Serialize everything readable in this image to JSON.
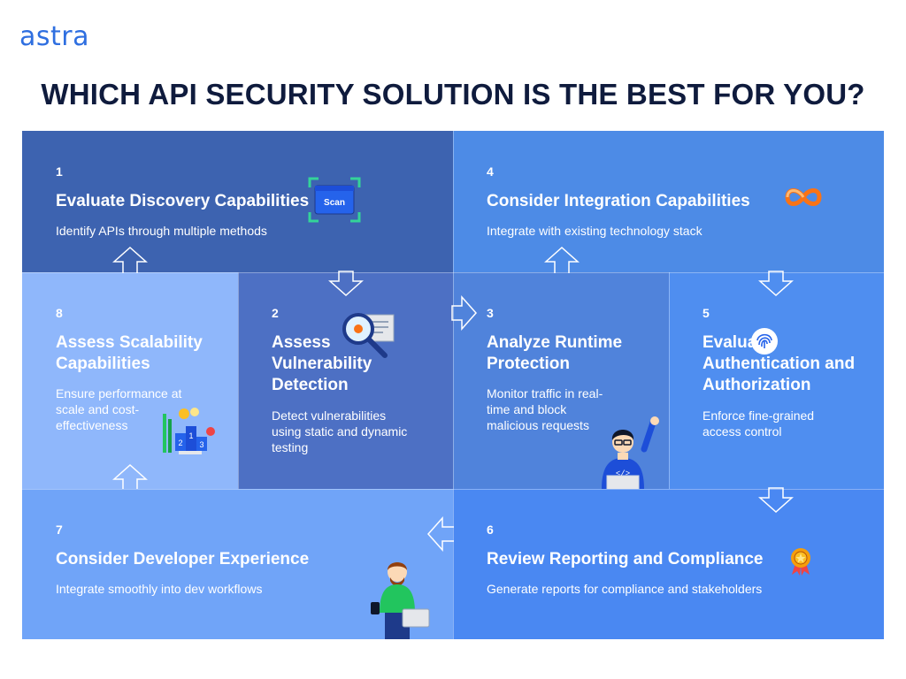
{
  "brand": {
    "logo": "astra"
  },
  "title": "WHICH API SECURITY SOLUTION IS THE BEST FOR YOU?",
  "steps": [
    {
      "number": "1",
      "heading": "Evaluate Discovery Capabilities",
      "description": "Identify APIs through multiple methods",
      "icon": "scan-icon",
      "icon_text": "Scan"
    },
    {
      "number": "2",
      "heading": "Assess Vulnerability Detection",
      "description": "Detect vulnerabilities using static and dynamic testing",
      "icon": "magnifier-bug-icon"
    },
    {
      "number": "3",
      "heading": "Analyze Runtime Protection",
      "description": "Monitor traffic in real-time and block malicious requests",
      "icon": "developer-waving-illustration"
    },
    {
      "number": "4",
      "heading": "Consider Integration Capabilities",
      "description": "Integrate with existing technology stack",
      "icon": "infinity-icon"
    },
    {
      "number": "5",
      "heading": "Evaluate Authentication and Authorization",
      "description": "Enforce fine-grained access control",
      "icon": "fingerprint-icon"
    },
    {
      "number": "6",
      "heading": "Review Reporting and Compliance",
      "description": "Generate reports for compliance and stakeholders",
      "icon": "award-badge-icon"
    },
    {
      "number": "7",
      "heading": "Consider Developer Experience",
      "description": "Integrate smoothly into dev workflows",
      "icon": "developer-laptop-illustration"
    },
    {
      "number": "8",
      "heading": "Assess Scalability Capabilities",
      "description": "Ensure performance at scale and cost-effectiveness",
      "icon": "podium-scale-icon"
    }
  ],
  "colors": {
    "title": "#0f1b3d",
    "logo": "#2f6fe0",
    "step1": "#3d63b0",
    "step2": "#4d70c4",
    "step3": "#5083db",
    "step4": "#4d8be6",
    "step5": "#4f8ef0",
    "step6": "#4a88f2",
    "step7": "#70a4f8",
    "step8": "#8fb7fb"
  }
}
